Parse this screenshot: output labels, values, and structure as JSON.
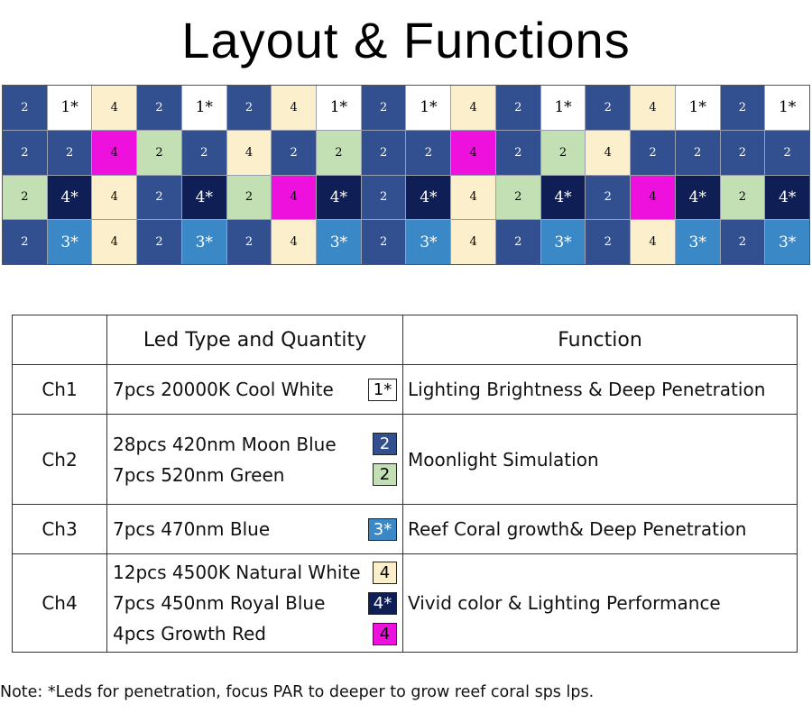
{
  "title": "Layout  &  Functions",
  "colors": {
    "moon_blue": "#32508f",
    "cool_white": "#ffffff",
    "natural_white": "#fcefcb",
    "green": "#c3dfb4",
    "growth_red": "#ee11dd",
    "royal_blue": "#0f1f55",
    "blue": "#3a88c6"
  },
  "grid": [
    [
      "2",
      "1*",
      "4",
      "2",
      "1*",
      "2",
      "4",
      "1*",
      "2",
      "1*",
      "4",
      "2",
      "1*",
      "2",
      "4",
      "1*",
      "2",
      "1*"
    ],
    [
      "2",
      "2",
      "4r",
      "2g",
      "2",
      "4",
      "2",
      "2g",
      "2",
      "2",
      "4r",
      "2",
      "2g",
      "4",
      "2",
      "2",
      "2",
      "2"
    ],
    [
      "2g",
      "4*",
      "4",
      "2",
      "4*",
      "2g",
      "4r",
      "4*",
      "2",
      "4*",
      "4",
      "2g",
      "4*",
      "2",
      "4r",
      "4*",
      "2g",
      "4*"
    ],
    [
      "2",
      "3*",
      "4",
      "2",
      "3*",
      "2",
      "4",
      "3*",
      "2",
      "3*",
      "4",
      "2",
      "3*",
      "2",
      "4",
      "3*",
      "2",
      "3*"
    ]
  ],
  "table": {
    "headers": [
      "",
      "Led Type and Quantity",
      "Function"
    ],
    "rows": [
      {
        "channel": "Ch1",
        "leds": [
          {
            "text": "7pcs 20000K Cool White",
            "swatch": "1*"
          }
        ],
        "function": "Lighting Brightness & Deep Penetration"
      },
      {
        "channel": "Ch2",
        "leds": [
          {
            "text": "28pcs 420nm Moon Blue",
            "swatch": "2"
          },
          {
            "text": "7pcs 520nm Green",
            "swatch": "2"
          }
        ],
        "function": "Moonlight Simulation"
      },
      {
        "channel": "Ch3",
        "leds": [
          {
            "text": "7pcs 470nm Blue",
            "swatch": "3*"
          }
        ],
        "function": "Reef Coral growth& Deep Penetration"
      },
      {
        "channel": "Ch4",
        "leds": [
          {
            "text": "12pcs 4500K Natural White",
            "swatch": "4"
          },
          {
            "text": "7pcs 450nm Royal Blue",
            "swatch": "4*"
          },
          {
            "text": "4pcs Growth Red",
            "swatch": "4"
          }
        ],
        "function": "Vivid color & Lighting Performance"
      }
    ]
  },
  "note": "Note: *Leds for penetration, focus PAR to deeper to grow reef coral sps lps."
}
